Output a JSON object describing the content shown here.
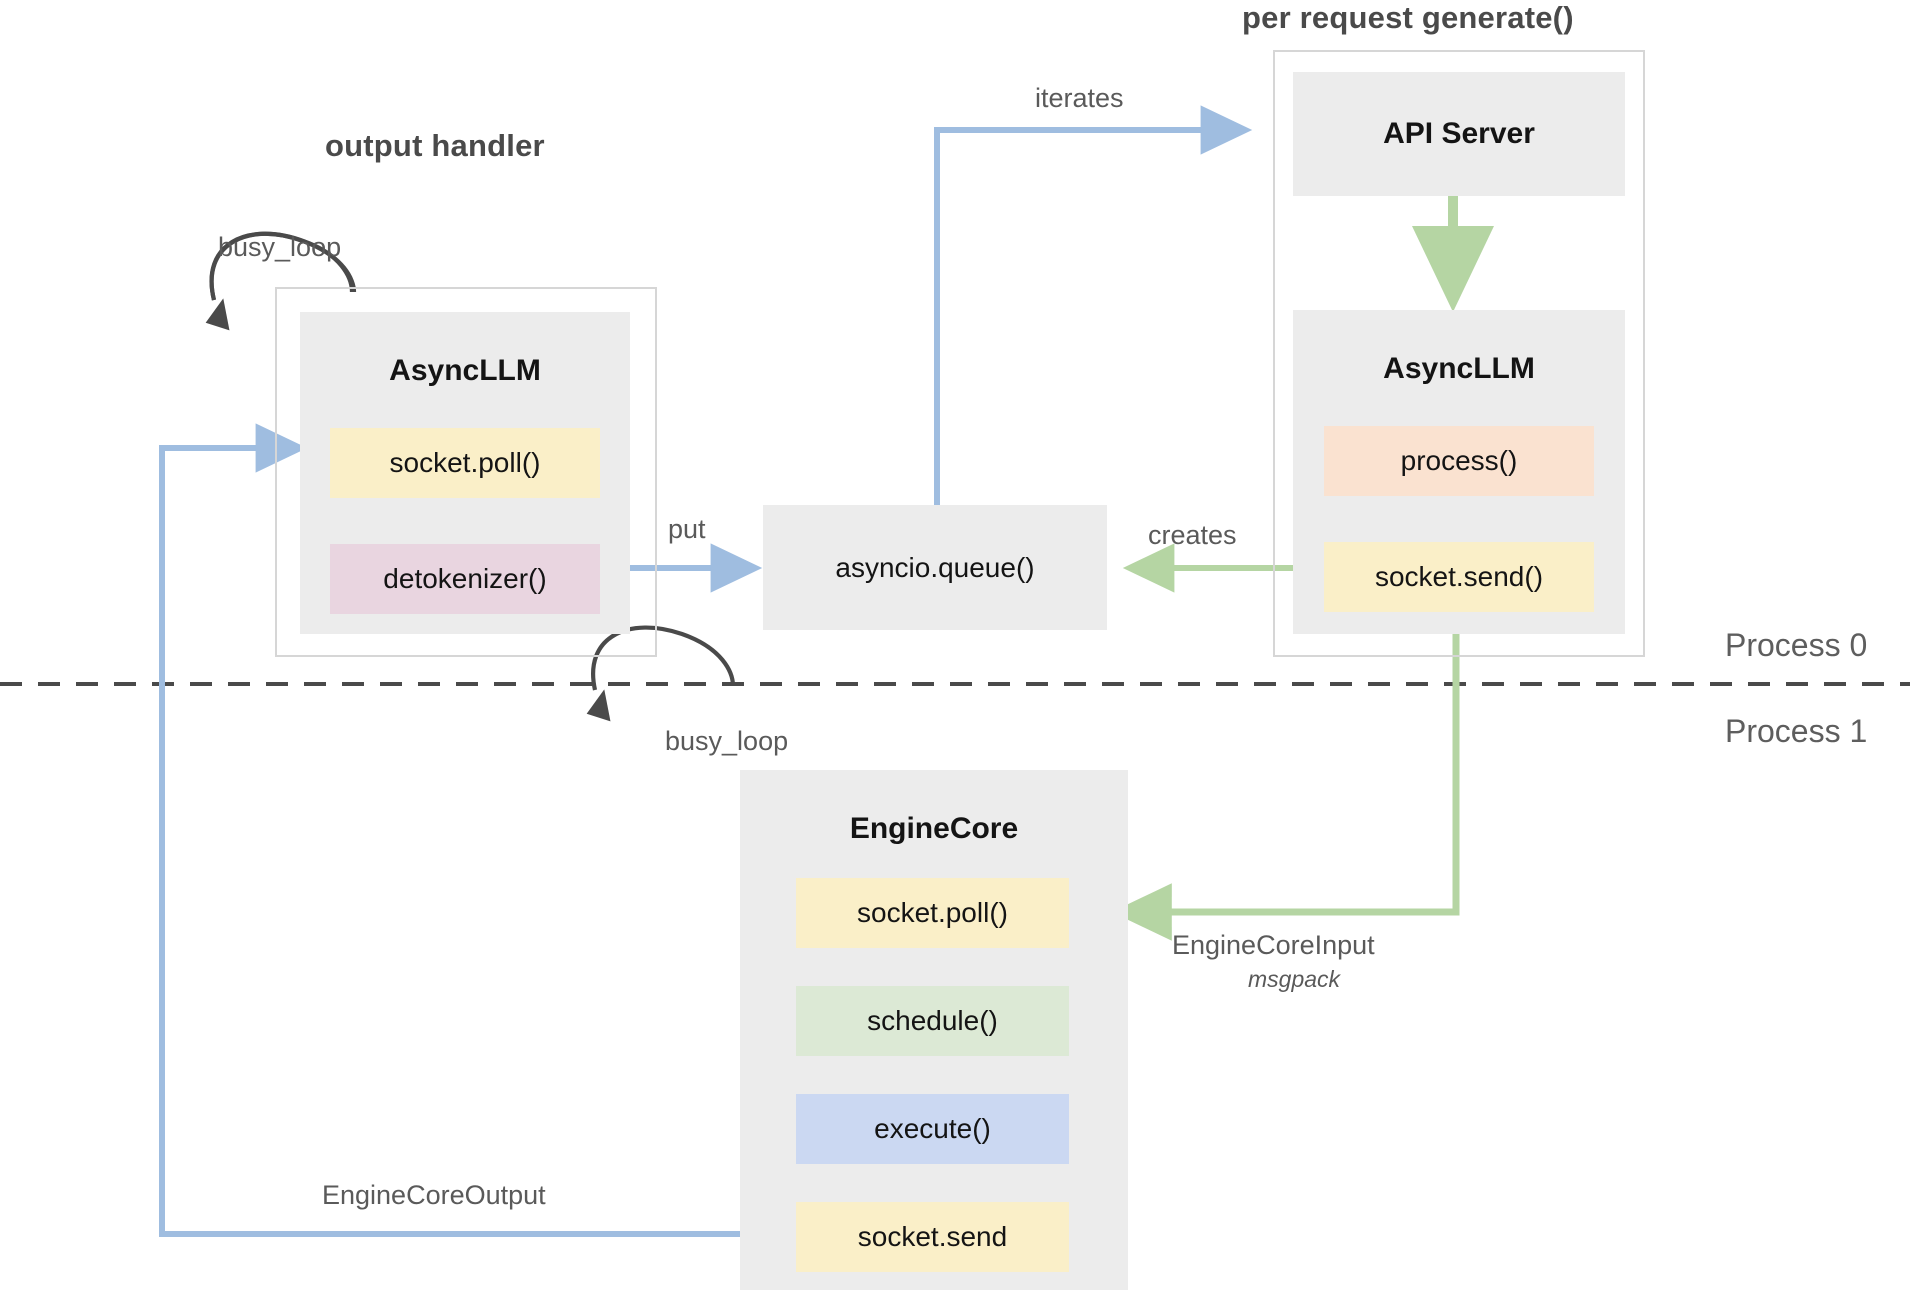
{
  "diagram": {
    "title_groups": [
      {
        "id": "output-handler",
        "label": "output handler"
      },
      {
        "id": "per-request-generate",
        "label": "per request generate()"
      }
    ],
    "modules": [
      {
        "id": "asyncllm-left",
        "title": "AsyncLLM",
        "slots": [
          {
            "id": "socket-poll",
            "label": "socket.poll()",
            "color": "#faefc8"
          },
          {
            "id": "detokenizer",
            "label": "detokenizer()",
            "color": "#e9d5e0"
          }
        ]
      },
      {
        "id": "asyncio-queue",
        "title": "asyncio.queue()",
        "slots": []
      },
      {
        "id": "api-server",
        "title": "API Server",
        "slots": []
      },
      {
        "id": "asyncllm-right",
        "title": "AsyncLLM",
        "slots": [
          {
            "id": "process",
            "label": "process()",
            "color": "#fae2d0"
          },
          {
            "id": "socket-send",
            "label": "socket.send()",
            "color": "#faefc8"
          }
        ]
      },
      {
        "id": "enginecore",
        "title": "EngineCore",
        "slots": [
          {
            "id": "socket-poll",
            "label": "socket.poll()",
            "color": "#faefc8"
          },
          {
            "id": "schedule",
            "label": "schedule()",
            "color": "#dce9d5"
          },
          {
            "id": "execute",
            "label": "execute()",
            "color": "#cbd8f2"
          },
          {
            "id": "socket-send",
            "label": "socket.send",
            "color": "#faefc8"
          }
        ]
      }
    ],
    "edge_labels": {
      "busy_loop_top": "busy_loop",
      "busy_loop_bottom": "busy_loop",
      "put": "put",
      "iterates": "iterates",
      "creates": "creates",
      "engine_core_input": "EngineCoreInput",
      "engine_core_input_format": "msgpack",
      "engine_core_output": "EngineCoreOutput"
    },
    "process_labels": {
      "process_0": "Process 0",
      "process_1": "Process 1"
    },
    "colors": {
      "module_bg": "#ececec",
      "outer_border": "#d6d6d6",
      "blue_arrow": "#9fbde0",
      "green_arrow": "#b5d5a3",
      "dark_arrow": "#4a4a4a",
      "divider": "#4a4a4a",
      "yellow_slot": "#faefc8",
      "pink_slot": "#e9d5e0",
      "peach_slot": "#fae2d0",
      "green_slot": "#dce9d5",
      "blue_slot": "#cbd8f2"
    }
  }
}
